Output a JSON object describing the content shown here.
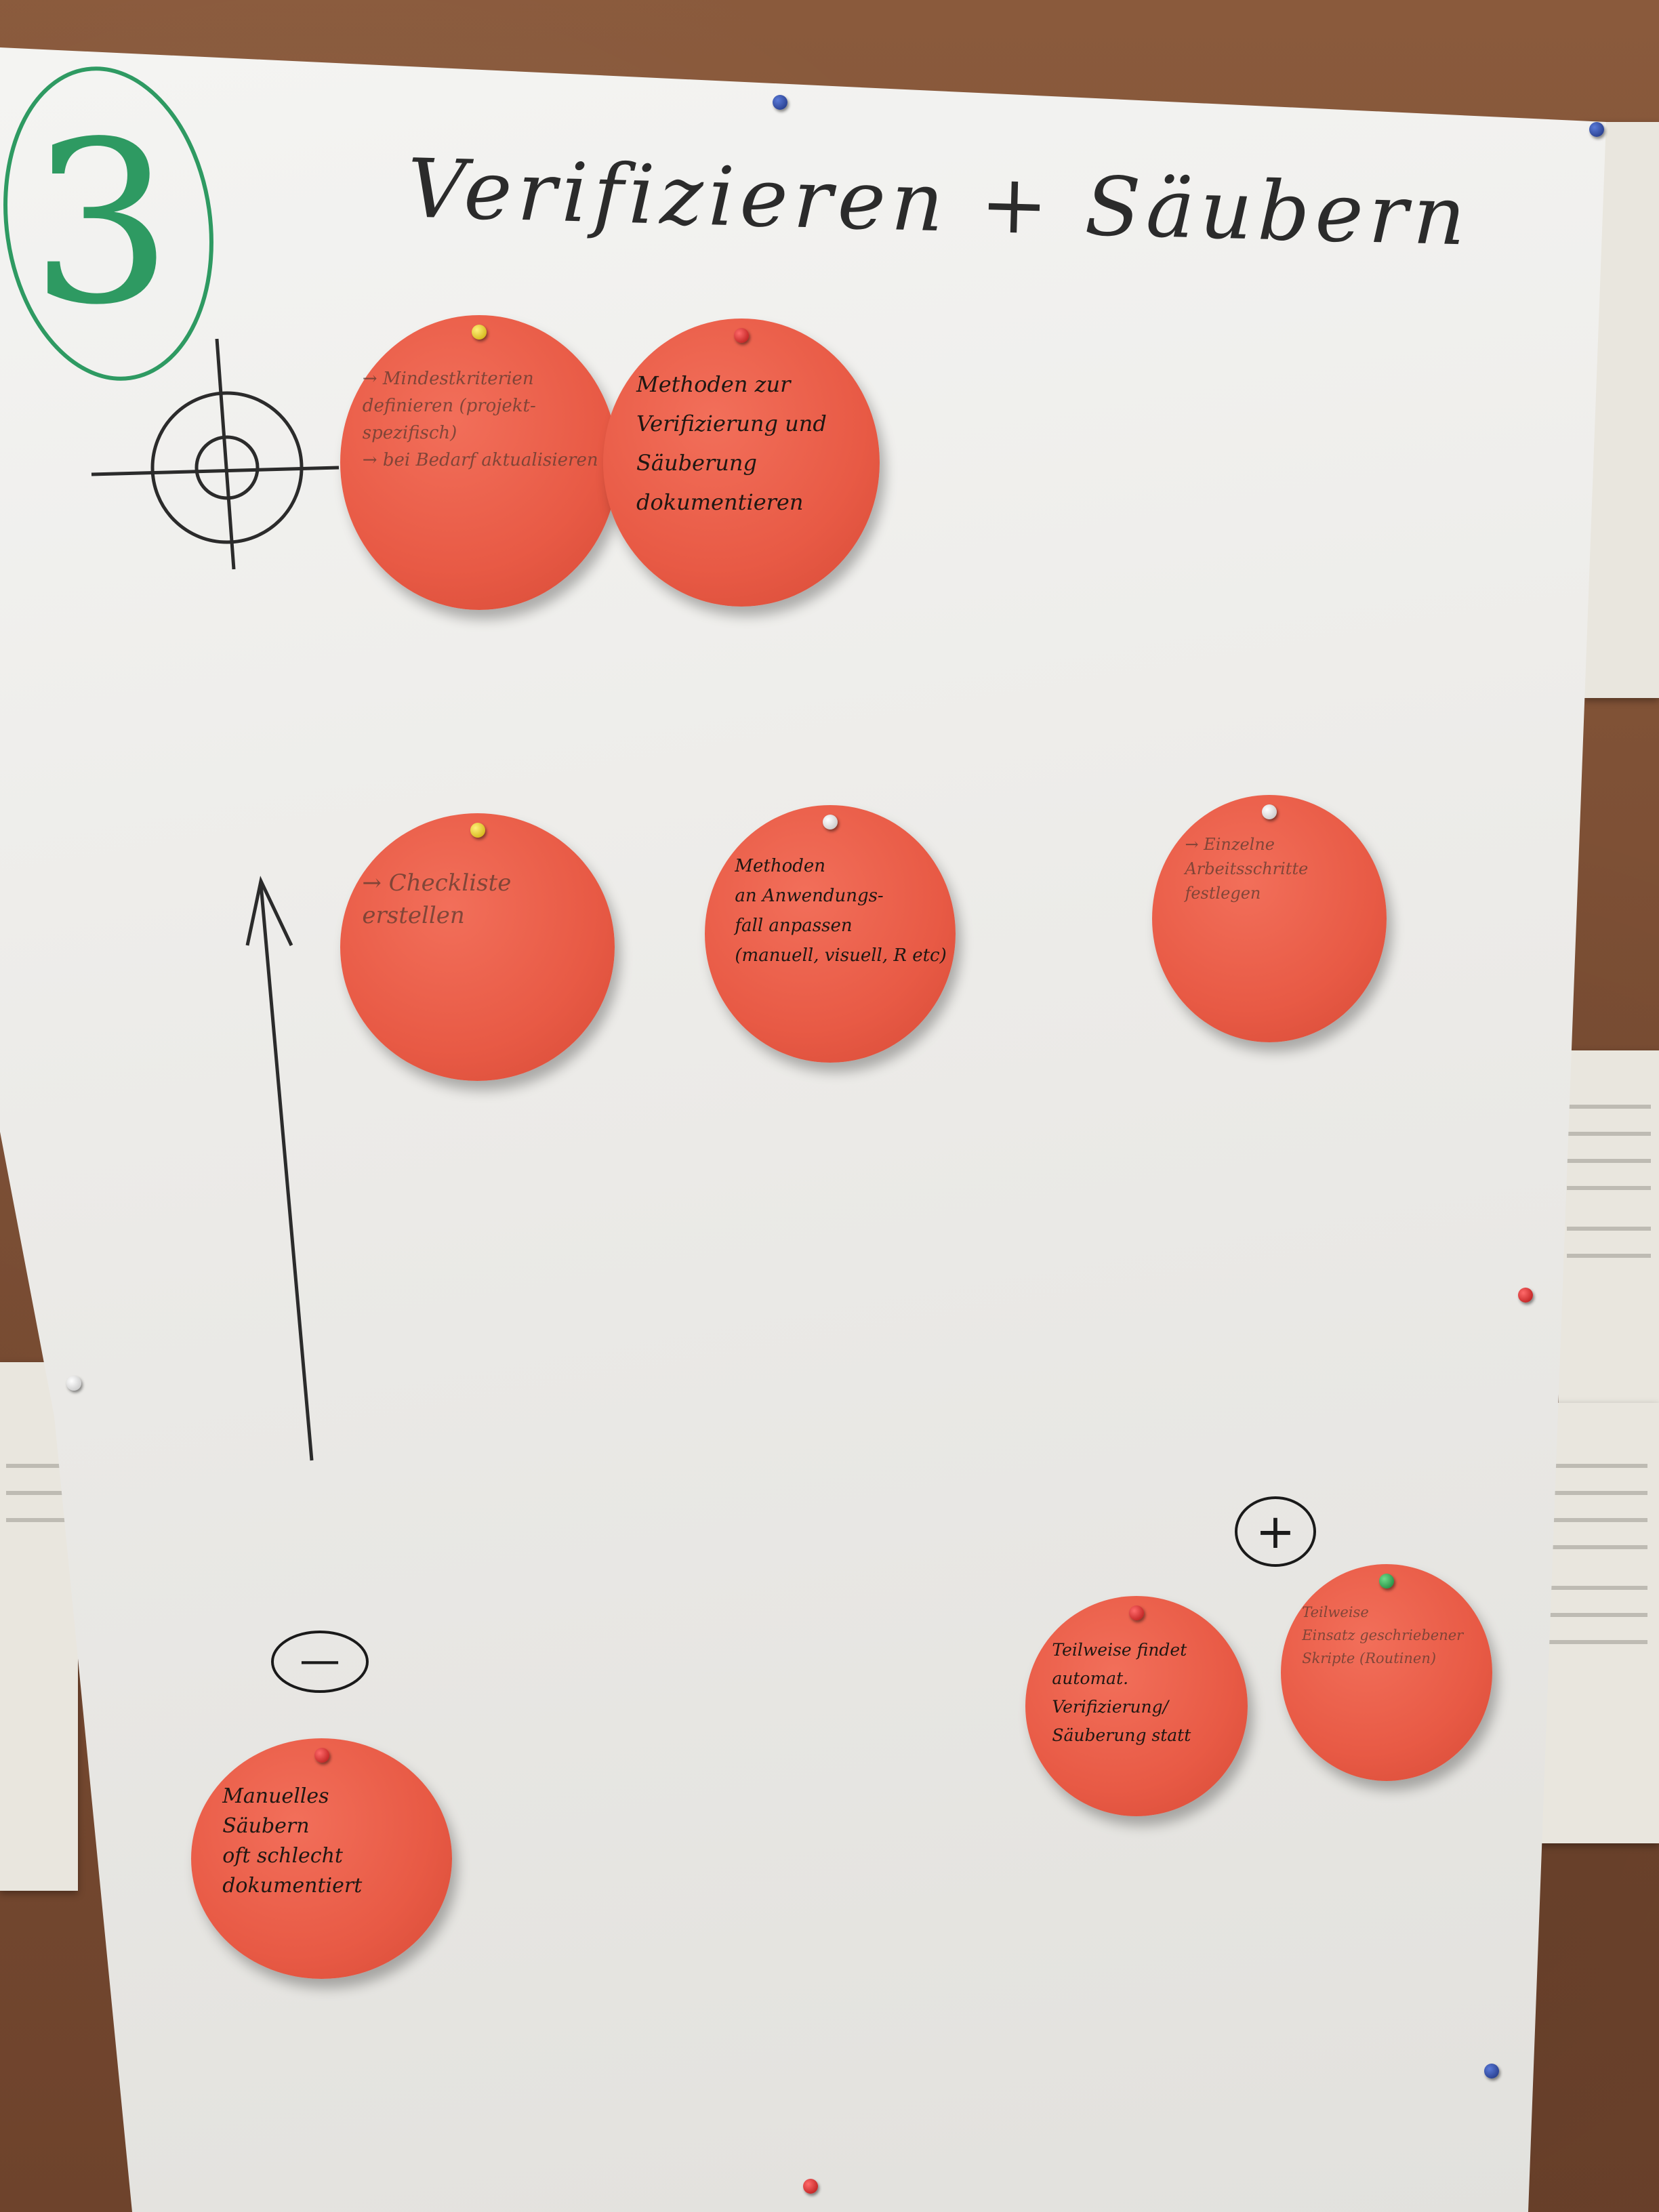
{
  "poster": {
    "title": "Verifizieren + Säubern",
    "number": "3",
    "plus_sign": "+",
    "minus_sign": "—"
  },
  "notes": [
    {
      "id": "mindestkriterien",
      "text": "→ Mindestkriterien\ndefinieren (projekt-\nspezifisch)\n→ bei Bedarf aktualisieren",
      "pin": "yellow"
    },
    {
      "id": "methoden-doku",
      "text": "Methoden zur\nVerifizierung und\nSäuberung\ndokumentieren",
      "pin": "red"
    },
    {
      "id": "checkliste",
      "text": "→ Checkliste\nerstellen",
      "pin": "yellow"
    },
    {
      "id": "methoden-anpassen",
      "text": "Methoden\nan Anwendungs-\nfall anpassen\n(manuell, visuell, R etc)",
      "pin": "white"
    },
    {
      "id": "arbeitsschritte",
      "text": "→ Einzelne\nArbeitsschritte\nfestlegen",
      "pin": "white"
    },
    {
      "id": "teilweise-automatisch",
      "text": "Teilweise findet\nautomat.\nVerifizierung/\nSäuberung statt",
      "pin": "red"
    },
    {
      "id": "teilweise-skripte",
      "text": "Teilweise\nEinsatz geschriebener\nSkripte (Routinen)",
      "pin": "green"
    },
    {
      "id": "manuelles-saeubern",
      "text": "Manuelles\nSäubern\noft schlecht\ndokumentiert",
      "pin": "red"
    }
  ],
  "colors": {
    "note": "#e85a45",
    "ink": "#1f1712",
    "number": "#2e9a62",
    "paper": "#ecebe8"
  }
}
